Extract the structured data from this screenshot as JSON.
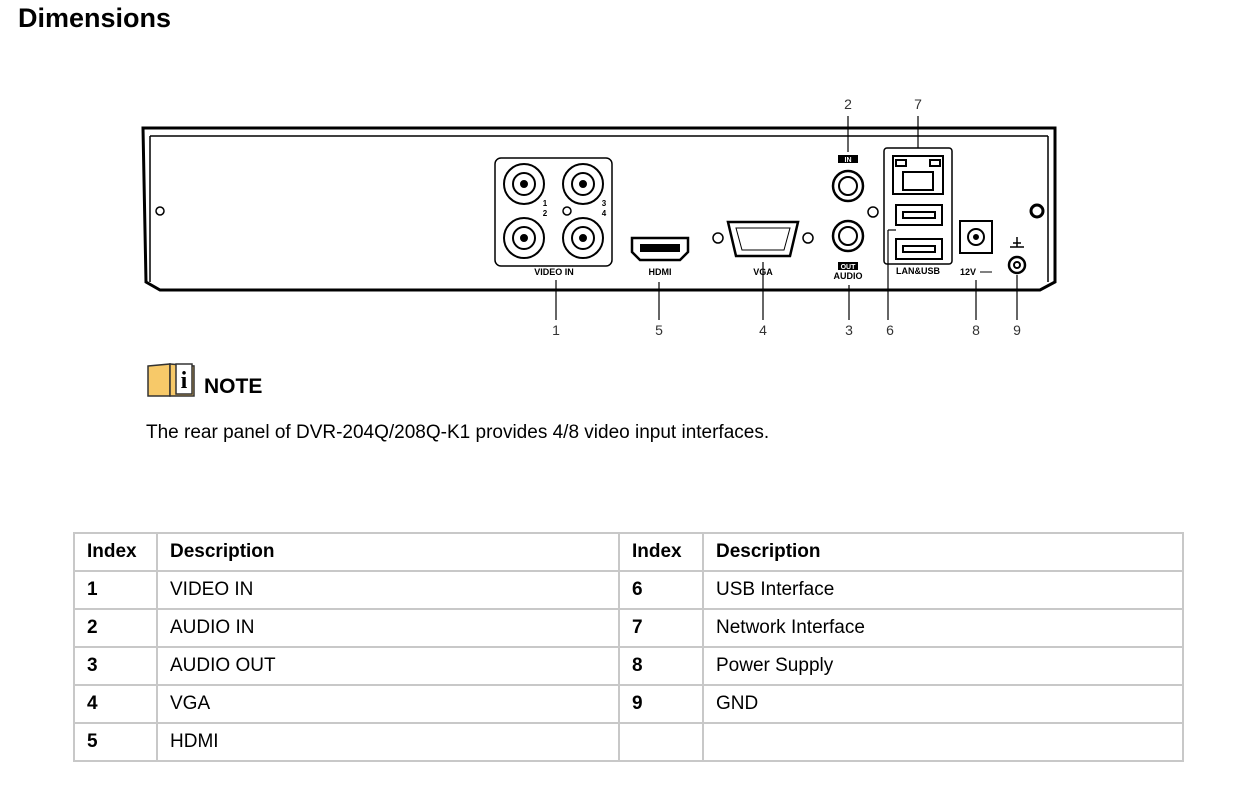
{
  "heading": "Dimensions",
  "diagram": {
    "labels": {
      "video_in": "VIDEO IN",
      "hdmi": "HDMI",
      "vga": "VGA",
      "audio_in": "IN",
      "audio_out": "OUT",
      "audio": "AUDIO",
      "lan_usb": "LAN&USB",
      "power": "12V",
      "ch1": "1",
      "ch2": "2",
      "ch3": "3",
      "ch4": "4"
    },
    "callouts": [
      "1",
      "5",
      "4",
      "3",
      "6",
      "8",
      "9",
      "2",
      "7"
    ]
  },
  "note": {
    "label": "NOTE",
    "text": "The rear panel of DVR-204Q/208Q-K1 provides 4/8 video input interfaces."
  },
  "table": {
    "headers": [
      "Index",
      "Description",
      "Index",
      "Description"
    ],
    "rows": [
      [
        "1",
        "VIDEO IN",
        "6",
        "USB Interface"
      ],
      [
        "2",
        "AUDIO IN",
        "7",
        "Network Interface"
      ],
      [
        "3",
        "AUDIO OUT",
        "8",
        "Power Supply"
      ],
      [
        "4",
        "VGA",
        "9",
        "GND"
      ],
      [
        "5",
        "HDMI",
        "",
        ""
      ]
    ]
  }
}
